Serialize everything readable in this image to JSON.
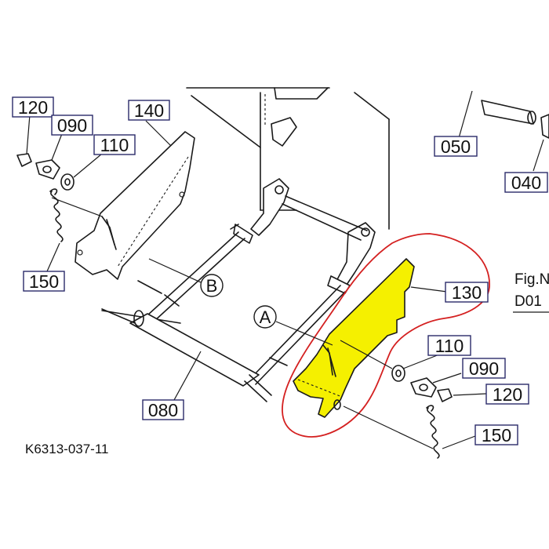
{
  "diagram": {
    "drawing_number": "K6313-037-11",
    "fig_label_line1": "Fig.N",
    "fig_label_line2": "D01",
    "callouts": {
      "a": "A",
      "b": "B"
    },
    "part_numbers": {
      "left_120": "120",
      "left_090": "090",
      "left_110": "110",
      "left_140": "140",
      "left_150": "150",
      "shaft_080": "080",
      "top_050": "050",
      "top_040": "040",
      "right_130": "130",
      "right_110": "110",
      "right_090": "090",
      "right_120": "120",
      "right_150": "150"
    },
    "highlight": {
      "part": "130",
      "fill_color": "#f5f000",
      "outline_color": "#d42020"
    }
  }
}
